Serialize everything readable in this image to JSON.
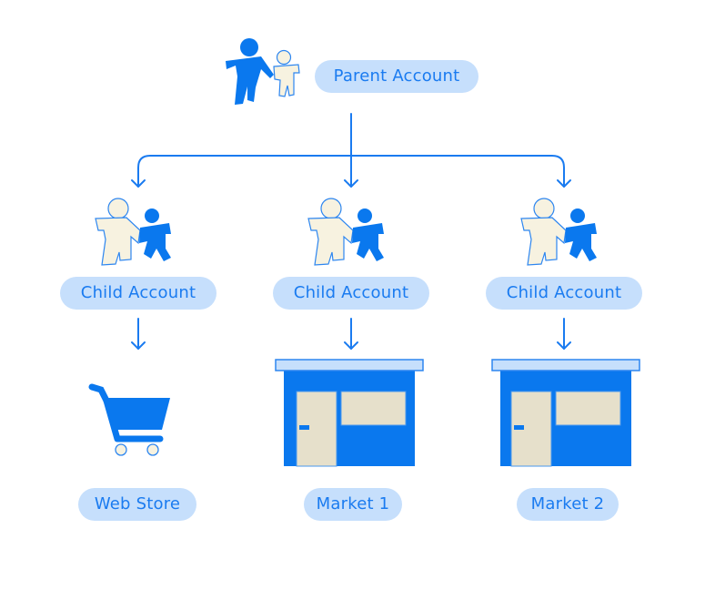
{
  "diagram": {
    "title": "Account hierarchy",
    "parent": {
      "label": "Parent Account",
      "icon": "people-icon"
    },
    "children": [
      {
        "label": "Child Account",
        "icon": "people-icon",
        "target": {
          "label": "Web Store",
          "icon": "shopping-cart-icon"
        }
      },
      {
        "label": "Child Account",
        "icon": "people-icon",
        "target": {
          "label": "Market 1",
          "icon": "storefront-icon"
        }
      },
      {
        "label": "Child Account",
        "icon": "people-icon",
        "target": {
          "label": "Market 2",
          "icon": "storefront-icon"
        }
      }
    ]
  },
  "colors": {
    "primary": "#0a78ee",
    "pill_bg": "#c6dffc",
    "pill_text": "#1a7bf0",
    "cream": "#f7f2e0",
    "door_beige": "#e6e0cb",
    "roof": "#c6dffc"
  }
}
